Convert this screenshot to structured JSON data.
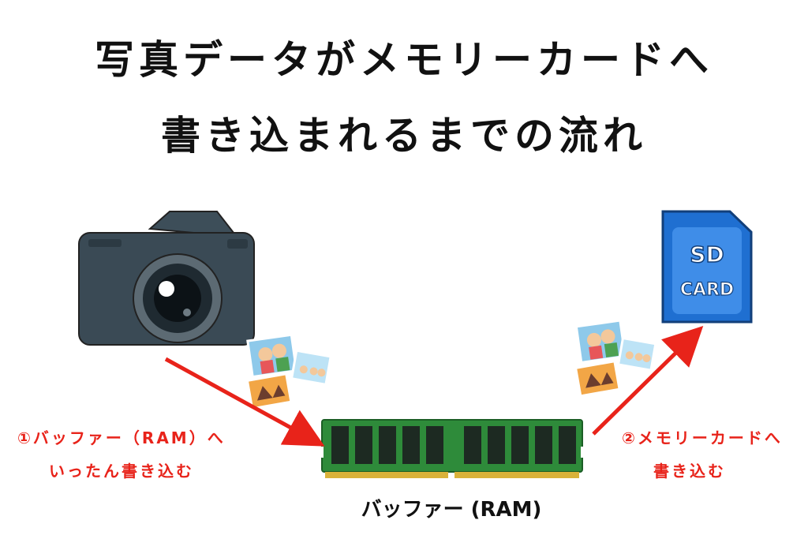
{
  "title": {
    "line1": "写真データがメモリーカードへ",
    "line2": "書き込まれるまでの流れ"
  },
  "steps": [
    {
      "line1": "①バッファー（RAM）へ",
      "line2": "いったん書き込む"
    },
    {
      "line1": "②メモリーカードへ",
      "line2": "書き込む"
    }
  ],
  "ram": {
    "label": "バッファー (RAM)"
  },
  "sd_card": {
    "line1": "SD",
    "line2": "CARD"
  },
  "colors": {
    "arrow": "#e8231a",
    "camera_body": "#3a4a55",
    "ram_board": "#2e8b3a",
    "sd_card": "#1f6fd1"
  },
  "icons": [
    "camera-icon",
    "photo-stack-icon",
    "ram-module-icon",
    "sd-card-icon",
    "arrow-icon"
  ]
}
